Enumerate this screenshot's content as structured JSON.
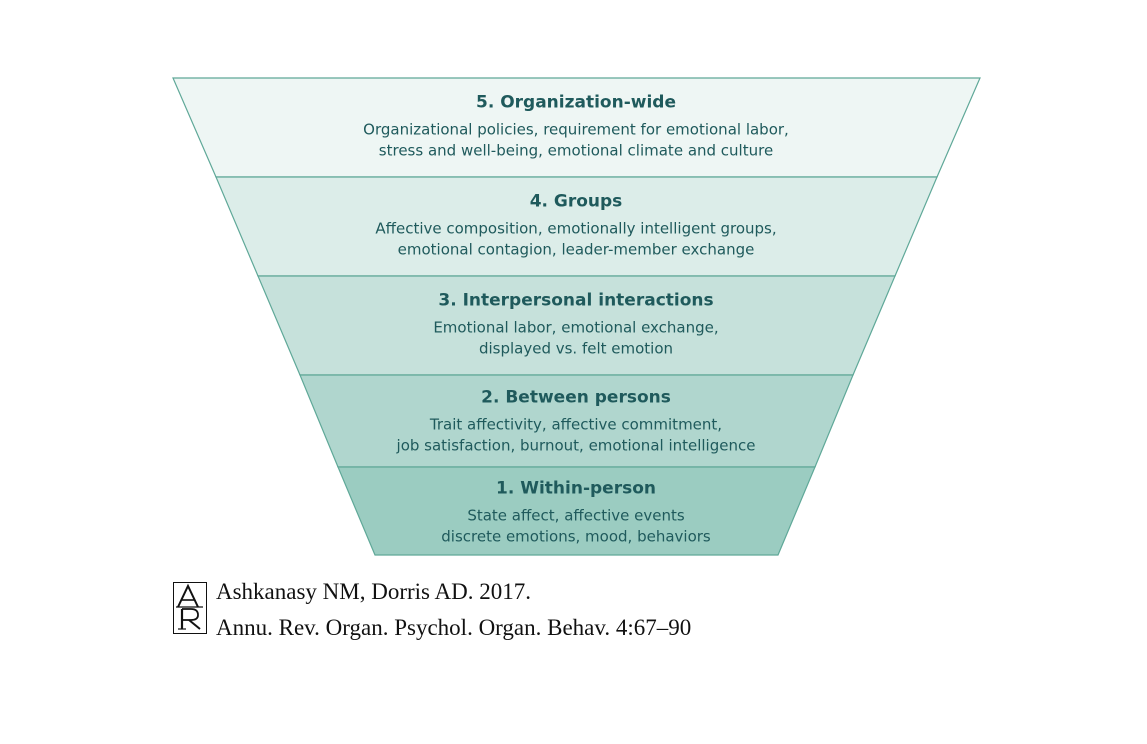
{
  "levels": [
    {
      "title": "5. Organization-wide",
      "lines": [
        "Organizational policies, requirement for emotional labor,",
        "stress and well-being, emotional climate and culture"
      ],
      "color": "#eef6f4"
    },
    {
      "title": "4. Groups",
      "lines": [
        "Affective composition, emotionally intelligent groups,",
        "emotional contagion, leader-member exchange"
      ],
      "color": "#dcede9"
    },
    {
      "title": "3. Interpersonal interactions",
      "lines": [
        "Emotional labor, emotional exchange,",
        "displayed vs. felt emotion"
      ],
      "color": "#c6e1db"
    },
    {
      "title": "2. Between persons",
      "lines": [
        "Trait affectivity, affective commitment,",
        "job satisfaction, burnout, emotional intelligence"
      ],
      "color": "#b0d6ce"
    },
    {
      "title": "1. Within-person",
      "lines": [
        "State affect, affective events",
        "discrete emotions, mood, behaviors"
      ],
      "color": "#9bccc1"
    }
  ],
  "colors": {
    "outline": "#5fa898",
    "text": "#1f5a5c"
  },
  "logo": "AR",
  "citation": {
    "line1": "Ashkanasy NM, Dorris AD. 2017.",
    "line2": "Annu. Rev. Organ. Psychol. Organ. Behav. 4:67–90"
  }
}
